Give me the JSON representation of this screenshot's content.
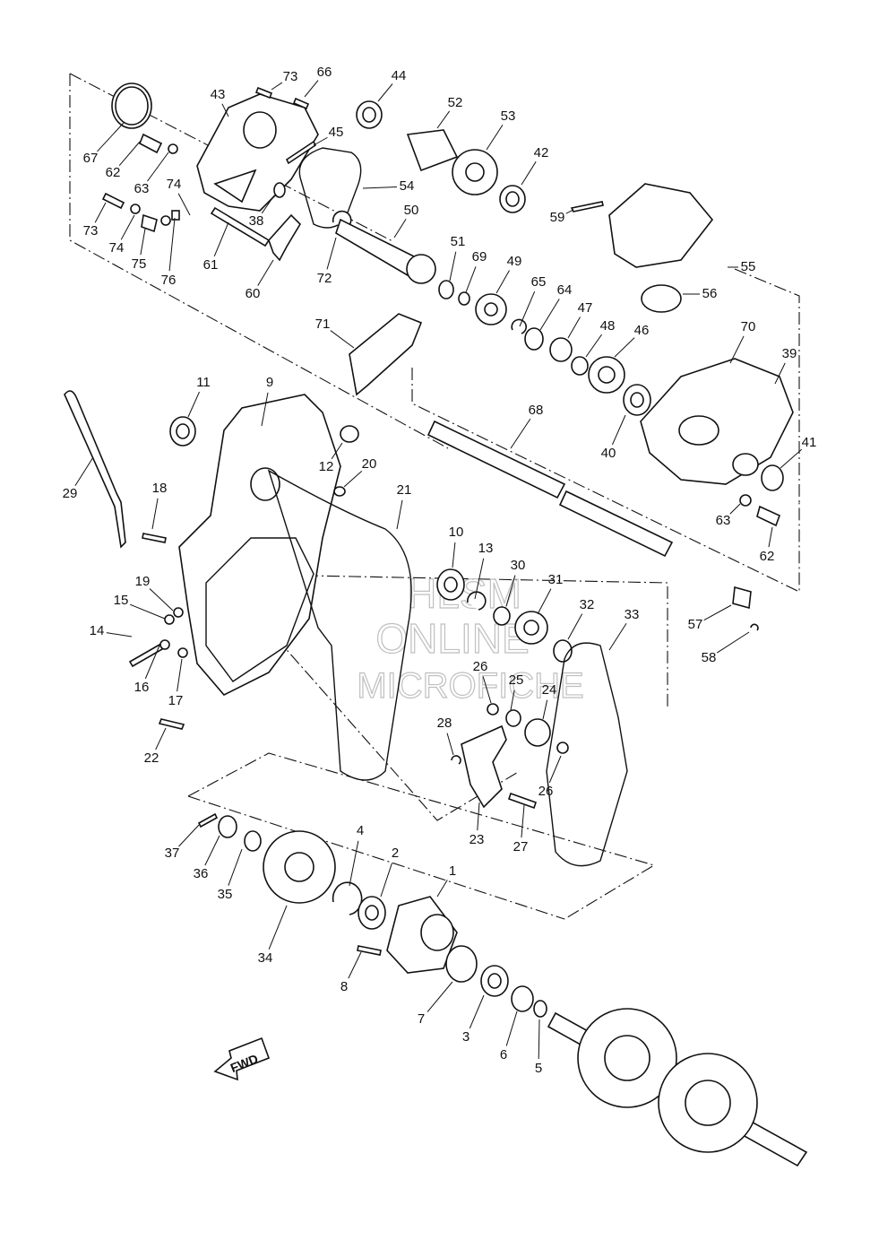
{
  "watermark": {
    "line1": "HLSM",
    "line2": "ONLINE",
    "line3": "MICROFICHE"
  },
  "fwd_badge": "FWD",
  "callouts": [
    {
      "id": "1"
    },
    {
      "id": "2"
    },
    {
      "id": "3"
    },
    {
      "id": "4"
    },
    {
      "id": "5"
    },
    {
      "id": "6"
    },
    {
      "id": "7"
    },
    {
      "id": "8"
    },
    {
      "id": "9"
    },
    {
      "id": "10"
    },
    {
      "id": "11"
    },
    {
      "id": "12"
    },
    {
      "id": "13"
    },
    {
      "id": "14"
    },
    {
      "id": "15"
    },
    {
      "id": "16"
    },
    {
      "id": "17"
    },
    {
      "id": "18"
    },
    {
      "id": "19"
    },
    {
      "id": "20"
    },
    {
      "id": "21"
    },
    {
      "id": "22"
    },
    {
      "id": "23"
    },
    {
      "id": "24"
    },
    {
      "id": "25"
    },
    {
      "id": "26a",
      "text": "26"
    },
    {
      "id": "26b",
      "text": "26"
    },
    {
      "id": "27"
    },
    {
      "id": "28"
    },
    {
      "id": "29"
    },
    {
      "id": "30"
    },
    {
      "id": "31"
    },
    {
      "id": "32"
    },
    {
      "id": "33"
    },
    {
      "id": "34"
    },
    {
      "id": "35"
    },
    {
      "id": "36"
    },
    {
      "id": "37"
    },
    {
      "id": "38"
    },
    {
      "id": "39"
    },
    {
      "id": "40"
    },
    {
      "id": "41"
    },
    {
      "id": "42"
    },
    {
      "id": "43"
    },
    {
      "id": "44"
    },
    {
      "id": "45"
    },
    {
      "id": "46"
    },
    {
      "id": "47"
    },
    {
      "id": "48"
    },
    {
      "id": "49"
    },
    {
      "id": "50"
    },
    {
      "id": "51"
    },
    {
      "id": "52"
    },
    {
      "id": "53"
    },
    {
      "id": "54"
    },
    {
      "id": "55"
    },
    {
      "id": "56"
    },
    {
      "id": "57"
    },
    {
      "id": "58"
    },
    {
      "id": "59"
    },
    {
      "id": "60"
    },
    {
      "id": "61"
    },
    {
      "id": "62a",
      "text": "62"
    },
    {
      "id": "62b",
      "text": "62"
    },
    {
      "id": "63a",
      "text": "63"
    },
    {
      "id": "63b",
      "text": "63"
    },
    {
      "id": "64"
    },
    {
      "id": "65"
    },
    {
      "id": "66"
    },
    {
      "id": "67"
    },
    {
      "id": "68"
    },
    {
      "id": "69"
    },
    {
      "id": "70"
    },
    {
      "id": "71"
    },
    {
      "id": "72"
    },
    {
      "id": "73a",
      "text": "73"
    },
    {
      "id": "73b",
      "text": "73"
    },
    {
      "id": "74a",
      "text": "74"
    },
    {
      "id": "74b",
      "text": "74"
    },
    {
      "id": "75"
    },
    {
      "id": "76"
    }
  ]
}
